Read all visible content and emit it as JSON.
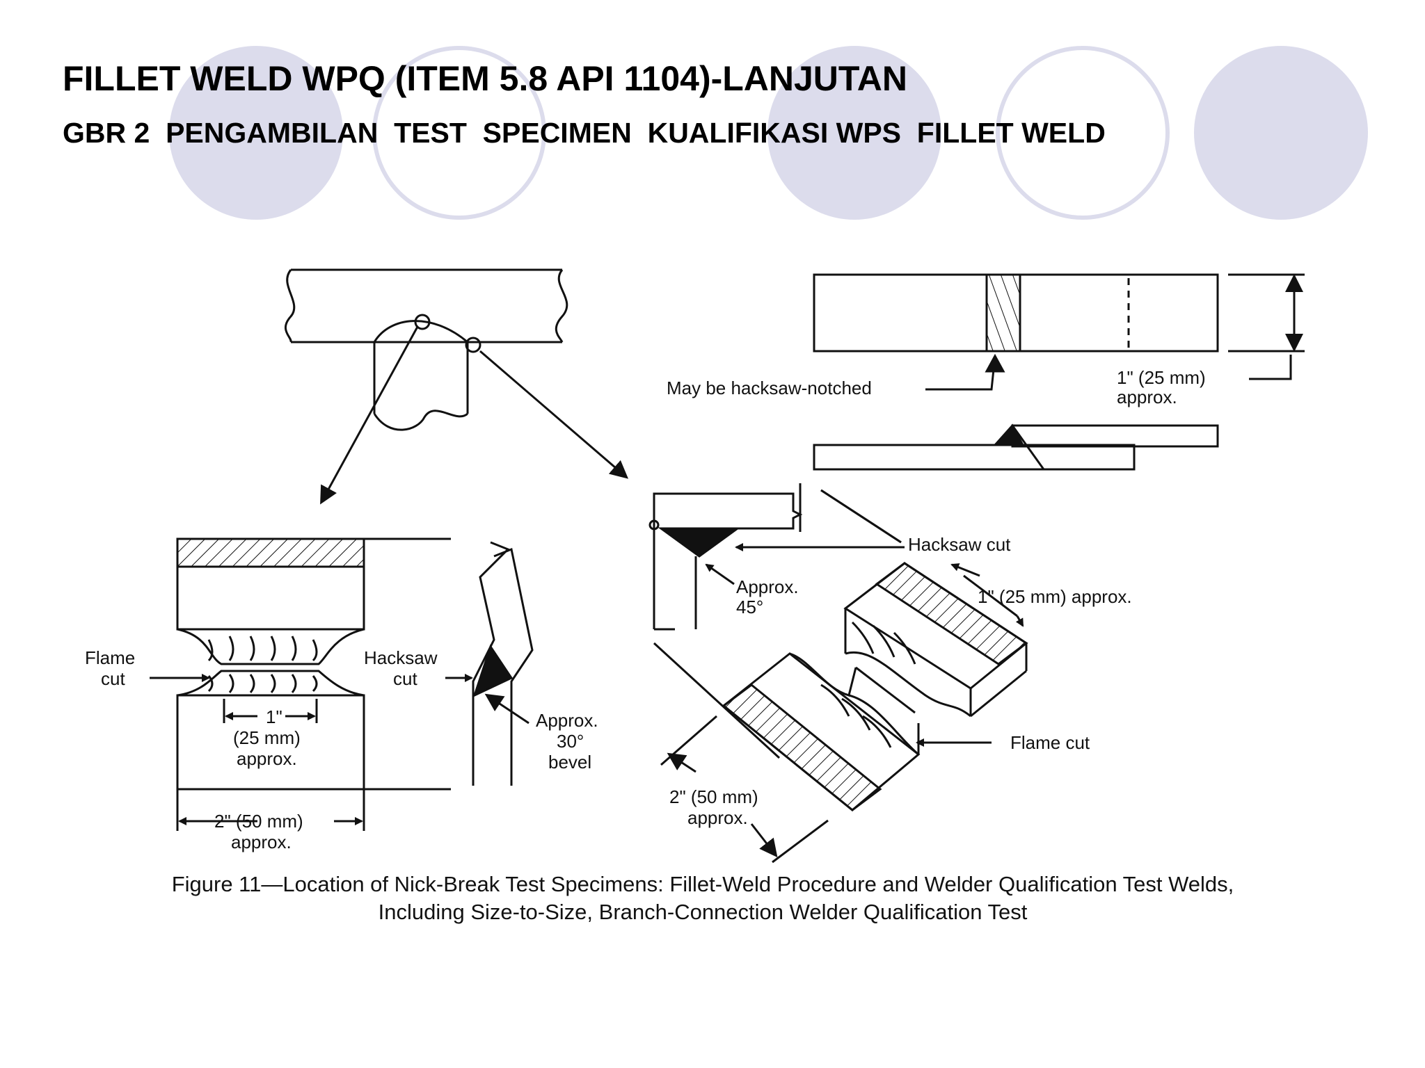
{
  "slide": {
    "title": "FILLET WELD  WPQ (ITEM 5.8 API 1104)-LANJUTAN",
    "subtitle": "GBR 2  PENGAMBILAN  TEST  SPECIMEN  KUALIFIKASI WPS  FILLET WELD"
  },
  "figure": {
    "labels": {
      "may_be_hacksaw_notched": "May be hacksaw-notched",
      "top_dim_1": "1\" (25 mm)",
      "top_dim_2": "approx.",
      "flame_cut_left_1": "Flame",
      "flame_cut_left_2": "cut",
      "hacksaw_cut_left_1": "Hacksaw",
      "hacksaw_cut_left_2": "cut",
      "dim1_1": "1\"",
      "dim1_2": "(25 mm)",
      "dim1_3": "approx.",
      "dim2_1": "2\" (50 mm)",
      "dim2_2": "approx.",
      "approx30_1": "Approx.",
      "approx30_2": "30°",
      "approx30_3": "bevel",
      "hacksaw_cut_right": "Hacksaw cut",
      "approx45_1": "Approx.",
      "approx45_2": "45°",
      "dim1r": "1\" (25 mm) approx.",
      "flame_cut_right": "Flame cut",
      "dim2r_1": "2\" (50 mm)",
      "dim2r_2": "approx."
    },
    "caption_line1": "Figure  11—Location of Nick-Break Test Specimens: Fillet-Weld Procedure and Welder Qualification Test Welds,",
    "caption_line2": "Including Size-to-Size, Branch-Connection Welder Qualification Test"
  },
  "colors": {
    "decor_circle": "#dcdcec",
    "ink": "#111111"
  }
}
